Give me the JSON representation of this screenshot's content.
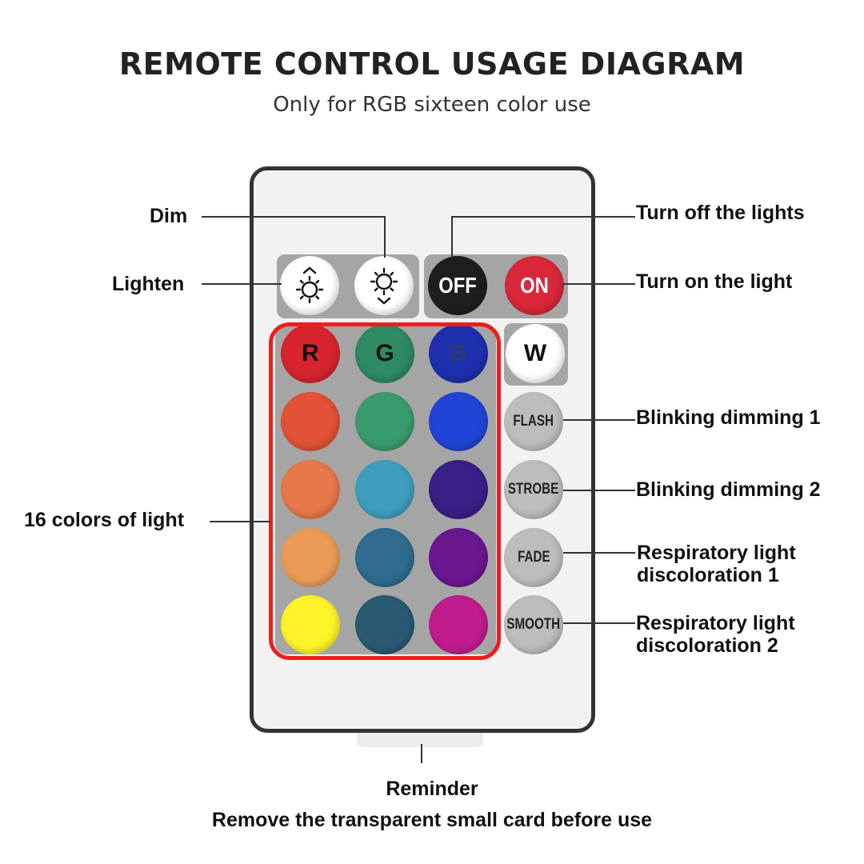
{
  "header": {
    "title": "REMOTE CONTROL USAGE DIAGRAM",
    "subtitle": "Only for RGB sixteen color use"
  },
  "buttons": {
    "off": "OFF",
    "on": "ON",
    "r": "R",
    "g": "G",
    "b": "B",
    "w": "W",
    "flash": "FLASH",
    "strobe": "STROBE",
    "fade": "FADE",
    "smooth": "SMOOTH"
  },
  "labels": {
    "dim": "Dim",
    "lighten": "Lighten",
    "turn_off": "Turn off the lights",
    "turn_on": "Turn on the light",
    "colors": "16 colors of light",
    "flash": "Blinking dimming 1",
    "strobe": "Blinking dimming 2",
    "fade_line1": "Respiratory light",
    "fade_line2": "discoloration 1",
    "smooth_line1": "Respiratory light",
    "smooth_line2": "discoloration 2"
  },
  "footer": {
    "reminder": "Reminder",
    "note": "Remove the transparent small card before use"
  },
  "colors": {
    "highlight": "#ee1d1d",
    "r": "#d6252e",
    "g": "#2e8a62",
    "b": "#1e2fae",
    "off": "#1e1e1e",
    "on": "#d8283a",
    "grid": [
      "#e25236",
      "#3a9c6e",
      "#2144d6",
      "#e7784a",
      "#3f9ebe",
      "#3a1f86",
      "#eb9a58",
      "#2f6c8e",
      "#6a168e",
      "#fff42a",
      "#2a5a72",
      "#c01c8e"
    ]
  }
}
